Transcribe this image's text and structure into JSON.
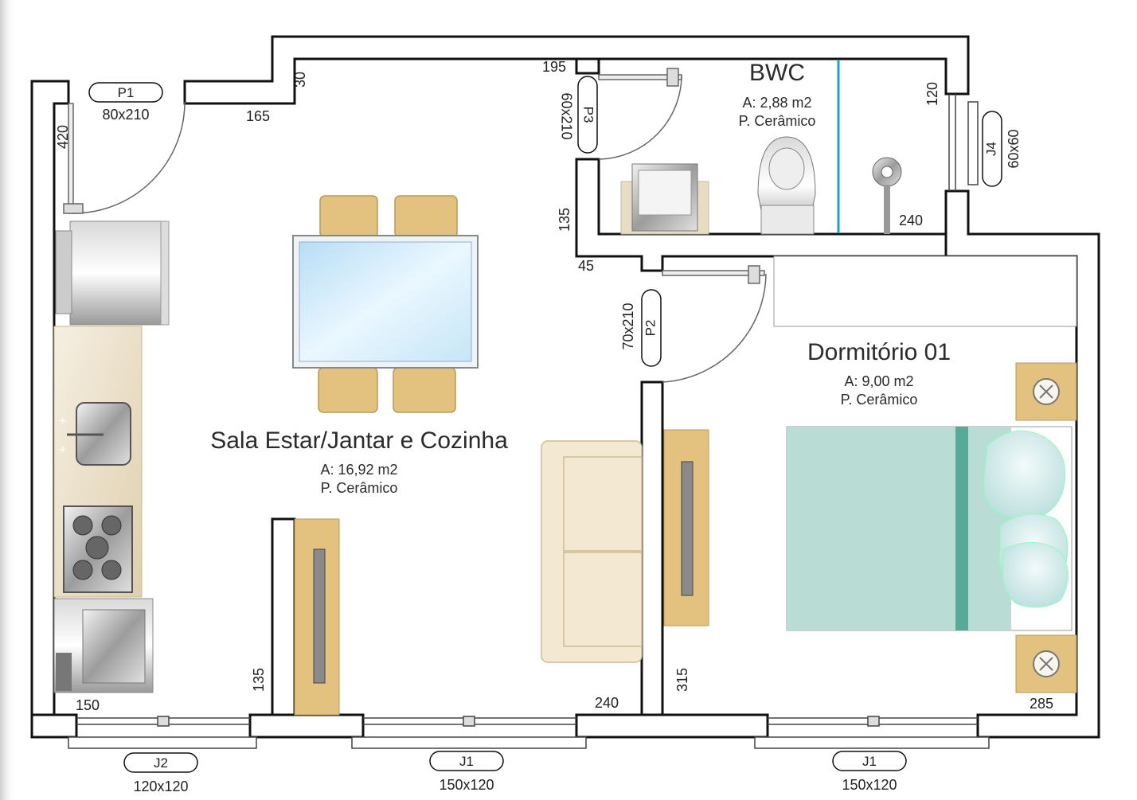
{
  "rooms": {
    "living": {
      "name": "Sala Estar/Jantar e Cozinha",
      "area": "A: 16,92 m2",
      "floor": "P. Cerâmico"
    },
    "bwc": {
      "name": "BWC",
      "area": "A: 2,88 m2",
      "floor": "P. Cerâmico"
    },
    "bedroom": {
      "name": "Dormitório 01",
      "area": "A: 9,00 m2",
      "floor": "P. Cerâmico"
    }
  },
  "openings": {
    "p1": {
      "tag": "P1",
      "size": "80x210"
    },
    "p2": {
      "tag": "P2",
      "size": "70x210"
    },
    "p3": {
      "tag": "P3",
      "size": "60x210"
    },
    "j4": {
      "tag": "J4",
      "size": "60x60"
    },
    "j2": {
      "tag": "J2",
      "size": "120x120"
    },
    "j1a": {
      "tag": "J1",
      "size": "150x120"
    },
    "j1b": {
      "tag": "J1",
      "size": "150x120"
    }
  },
  "dimensions": {
    "d420": "420",
    "d165": "165",
    "d30": "30",
    "d195": "195",
    "d120": "120",
    "d135_bwc": "135",
    "d45": "45",
    "d240_bwc": "240",
    "d150": "150",
    "d135_living": "135",
    "d240_living": "240",
    "d315": "315",
    "d285": "285"
  },
  "colors": {
    "wall": "#111111",
    "wood": "#e2c27e",
    "table_glass": "#cfe9f7",
    "bedding": "#b9ddd5",
    "bedding_stripe": "#58a997",
    "sofa": "#f3e8d2",
    "shower_line": "#1aa3c8"
  }
}
